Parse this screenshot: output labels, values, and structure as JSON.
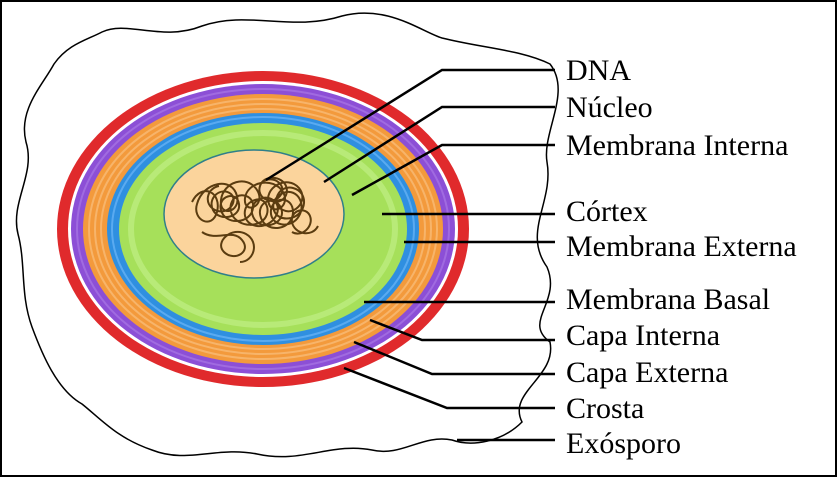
{
  "diagram": {
    "labels": [
      "DNA",
      "Núcleo",
      "Membrana Interna",
      "Córtex",
      "Membrana Externa",
      "Membrana Basal",
      "Capa Interna",
      "Capa Externa",
      "Crosta",
      "Exósporo"
    ]
  },
  "colors": {
    "crust": "#e02a2c",
    "white_band": "#ffffff",
    "outer_coat": "#8c4fd6",
    "inner_coat": "#f39a3c",
    "basal_membrane": "#2f8fe0",
    "cortex": "#a6e05a",
    "nucleus": "#fbd49c",
    "dna": "#5a3c10",
    "outline": "#000000"
  }
}
